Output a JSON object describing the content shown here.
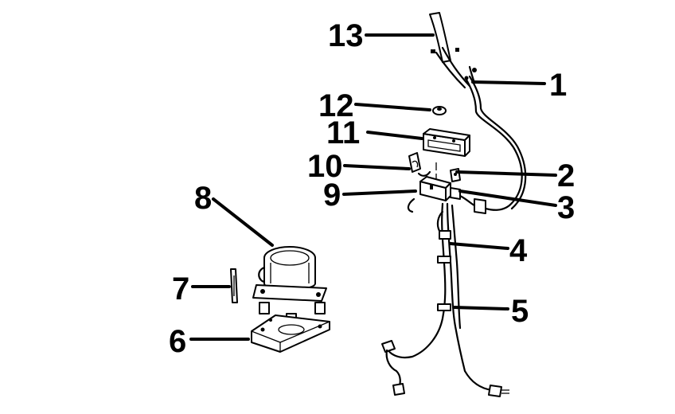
{
  "diagram": {
    "callouts": [
      {
        "id": "13",
        "label": "13"
      },
      {
        "id": "1",
        "label": "1"
      },
      {
        "id": "12",
        "label": "12"
      },
      {
        "id": "11",
        "label": "11"
      },
      {
        "id": "10",
        "label": "10"
      },
      {
        "id": "2",
        "label": "2"
      },
      {
        "id": "9",
        "label": "9"
      },
      {
        "id": "3",
        "label": "3"
      },
      {
        "id": "8",
        "label": "8"
      },
      {
        "id": "4",
        "label": "4"
      },
      {
        "id": "7",
        "label": "7"
      },
      {
        "id": "5",
        "label": "5"
      },
      {
        "id": "6",
        "label": "6"
      }
    ]
  },
  "colors": {
    "ink": "#000000",
    "paper": "#ffffff"
  }
}
